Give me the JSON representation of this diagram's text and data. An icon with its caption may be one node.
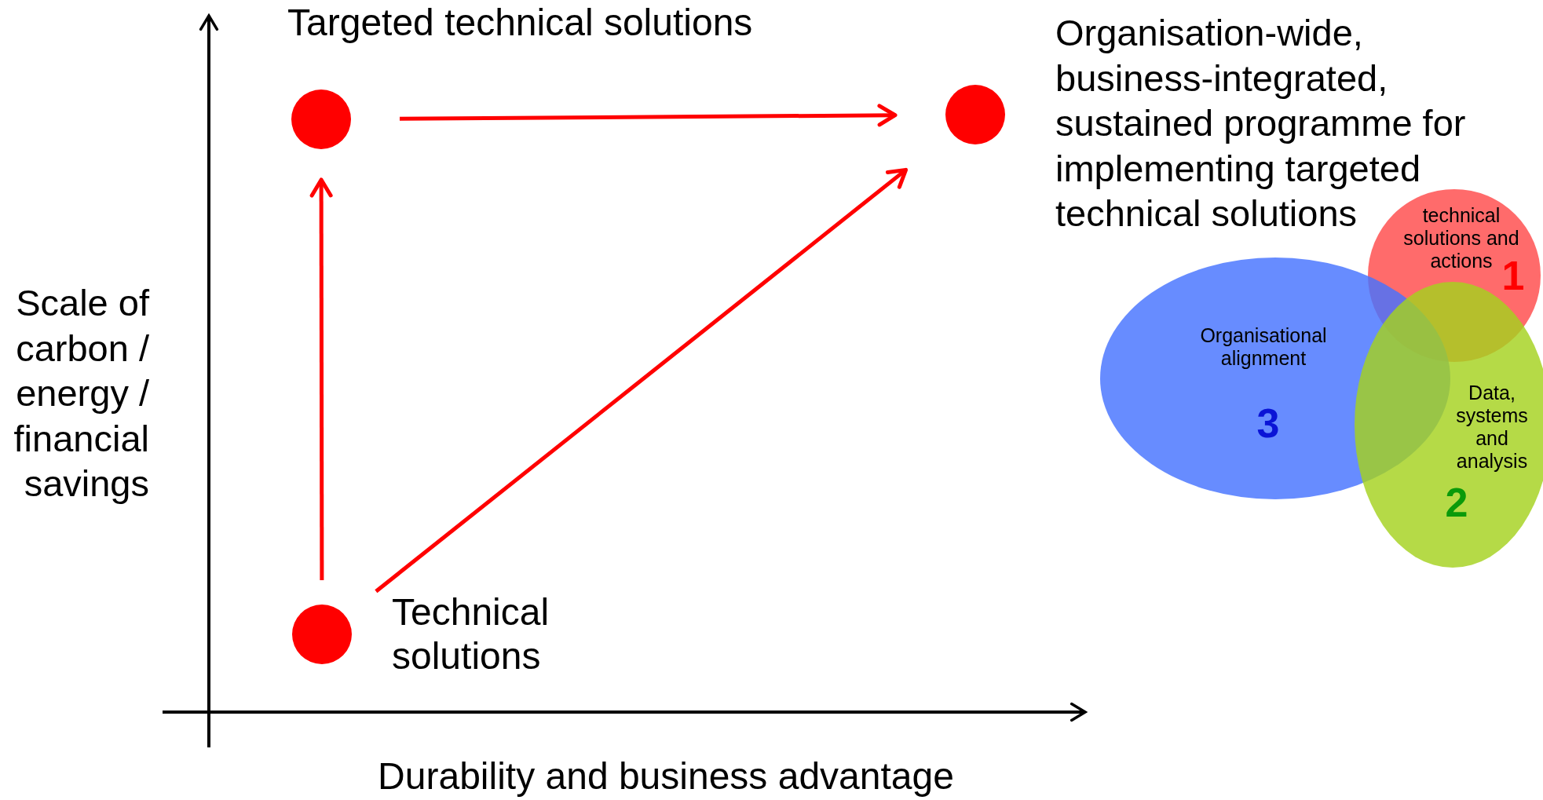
{
  "diagram": {
    "nodes": [
      {
        "text": [],
        "shape": "circle",
        "beside": [
          "Targeted technical solutions"
        ]
      },
      {
        "text": [],
        "shape": "circle"
      },
      {
        "text": [],
        "shape": "circle",
        "beside": [
          "Technical solutions"
        ]
      },
      {
        "text": [
          "technical solutions and actions",
          "1"
        ]
      },
      {
        "text": [
          "Organisational alignment",
          "3"
        ]
      },
      {
        "text": [
          "Data, systems and analysis",
          "2"
        ]
      }
    ],
    "edges": [
      {
        "from": 2,
        "to": 0,
        "arrow": "to"
      },
      {
        "from": 0,
        "to": 1,
        "arrow": "to"
      },
      {
        "from": 2,
        "to": 1,
        "arrow": "to"
      }
    ],
    "labels": [
      "Organisation-wide, business-integrated, sustained programme for implementing targeted technical solutions",
      "Scale of carbon / energy / financial savings",
      "Durability and business advantage"
    ]
  }
}
